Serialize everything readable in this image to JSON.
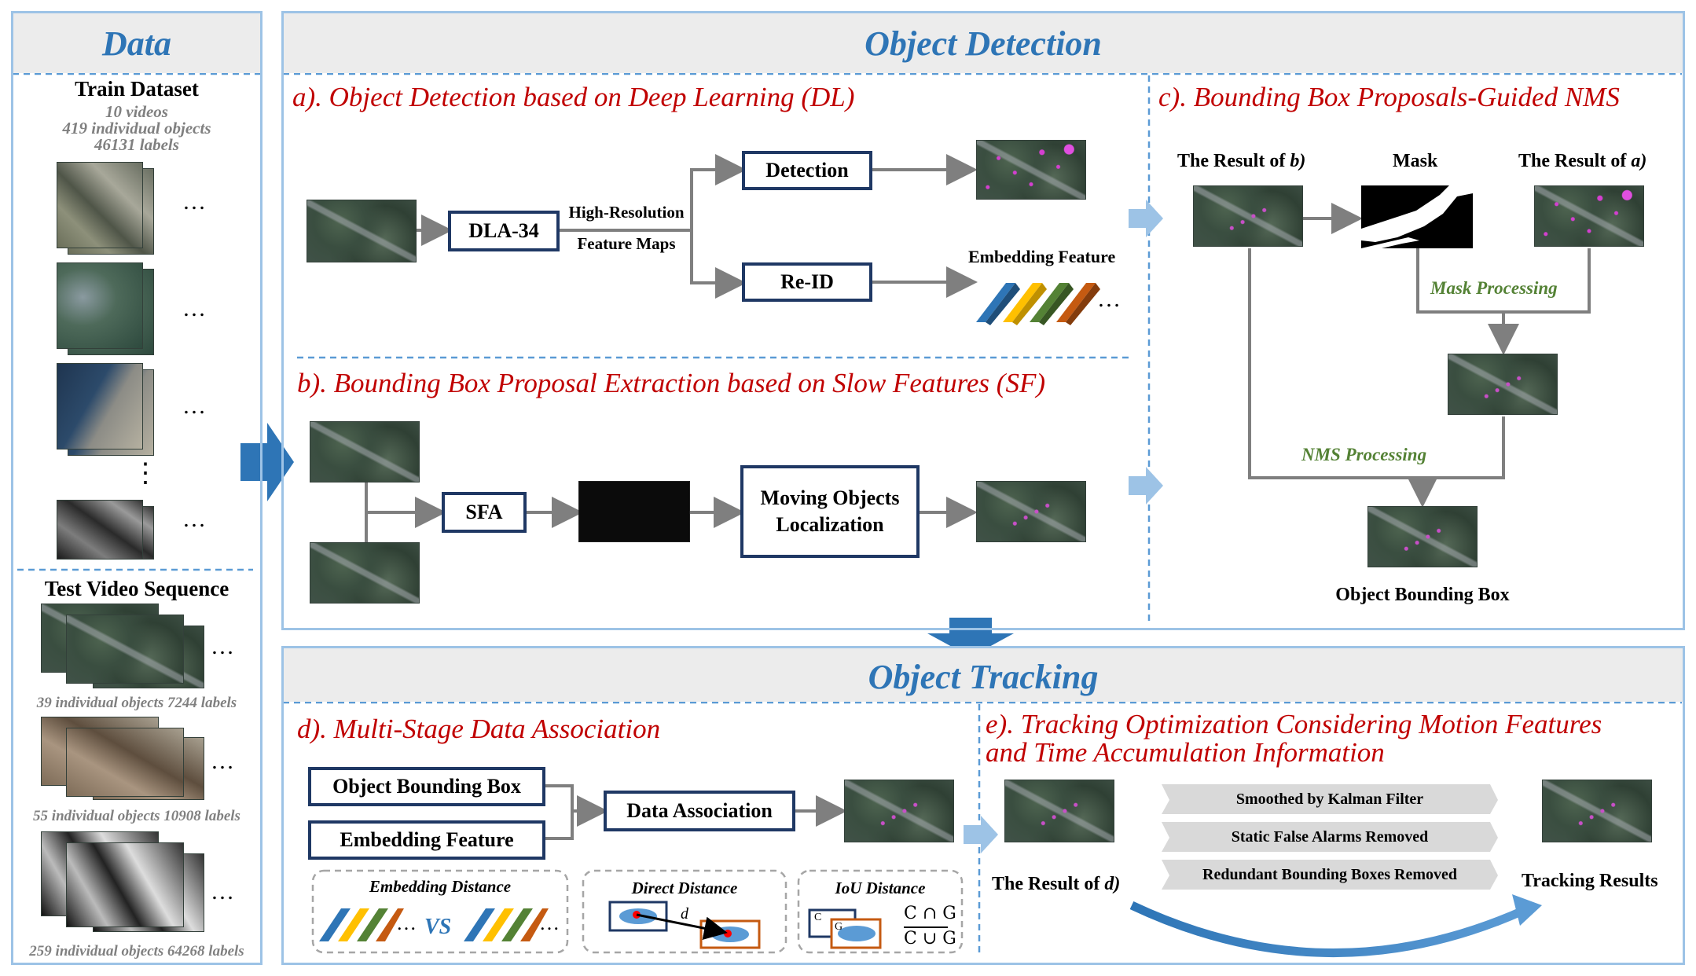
{
  "data_panel": {
    "title": "Data",
    "train": {
      "heading": "Train Dataset",
      "line1": "10 videos",
      "line2": "419 individual objects",
      "line3": "46131 labels"
    },
    "test": {
      "heading": "Test Video Sequence",
      "caption1": "39 individual objects 7244 labels",
      "caption2": "55 individual objects 10908 labels",
      "caption3": "259 individual objects 64268 labels"
    },
    "ellipsis": "…",
    "vdots": "⋮"
  },
  "detection": {
    "title": "Object Detection",
    "a": {
      "title": "a). Object Detection based on Deep Learning (DL)",
      "backbone": "DLA-34",
      "feature_line1": "High-Resolution",
      "feature_line2": "Feature Maps",
      "detection_box": "Detection",
      "reid_box": "Re-ID",
      "embedding_label": "Embedding Feature"
    },
    "b": {
      "title": "b). Bounding Box Proposal Extraction based on Slow Features (SF)",
      "sfa_box": "SFA",
      "moving_box": "Moving Objects Localization"
    },
    "c": {
      "title": "c). Bounding Box Proposals-Guided NMS",
      "result_b": "The Result of ",
      "result_b_ref": "b)",
      "mask": "Mask",
      "result_a": "The Result of ",
      "result_a_ref": "a)",
      "mask_processing": "Mask Processing",
      "nms_processing": "NMS Processing",
      "output": "Object Bounding Box"
    }
  },
  "tracking": {
    "title": "Object Tracking",
    "d": {
      "title": "d). Multi-Stage Data Association",
      "input1": "Object Bounding Box",
      "input2": "Embedding Feature",
      "assoc_box": "Data Association",
      "emb_dist": "Embedding Distance",
      "vs": "VS",
      "direct_dist": "Direct Distance",
      "d_symbol": "d",
      "iou_dist": "IoU Distance",
      "iou_num": "C ∩ G",
      "iou_den": "C ∪ G",
      "c_mark": "C",
      "g_mark": "G"
    },
    "e": {
      "title_line1": "e). Tracking Optimization Considering Motion Features",
      "title_line2": "and Time Accumulation Information",
      "result_d": "The Result of ",
      "result_d_ref": "d)",
      "step1": "Smoothed by Kalman Filter",
      "step2": "Static False Alarms Removed",
      "step3": "Redundant Bounding Boxes Removed",
      "output": "Tracking Results"
    }
  },
  "colors": {
    "panel_border": "#9dc3e6",
    "title_blue": "#2e75b6",
    "section_red": "#c00000",
    "box_border": "#1f3864",
    "green_label": "#548235",
    "arrow_big": "#2e75b6",
    "arrow_light": "#9dc3e6",
    "feature_blue": "#2e75b6",
    "feature_yellow": "#ffc000",
    "feature_green": "#548235",
    "feature_orange": "#c55a11"
  }
}
